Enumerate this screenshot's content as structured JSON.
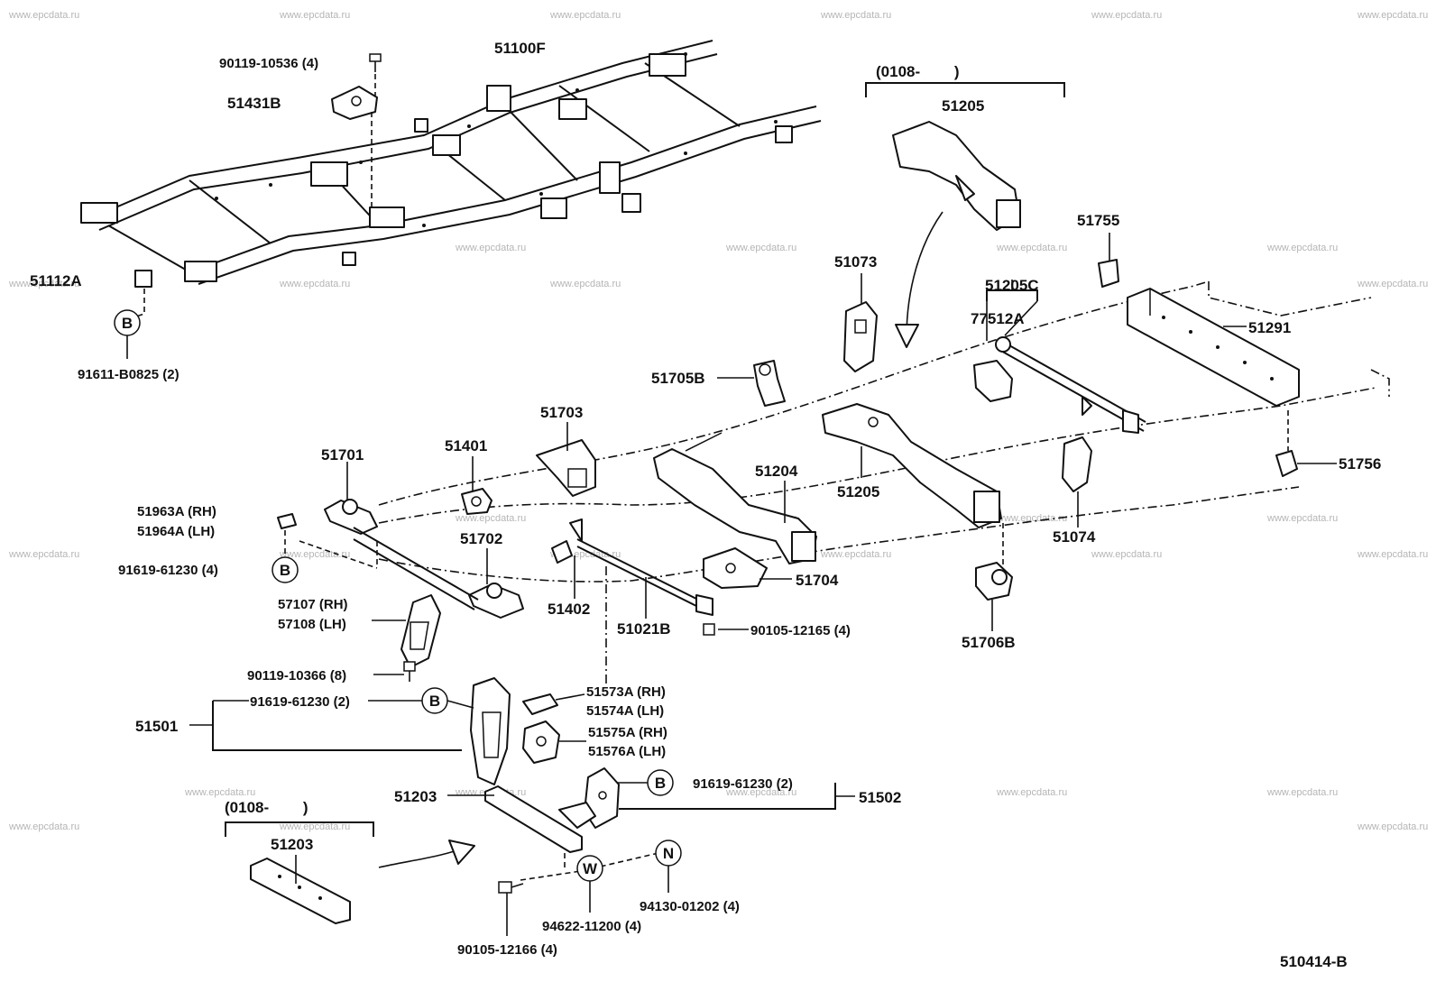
{
  "diagram_id": "510414-B",
  "watermark": "www.epcdata.ru",
  "callouts": {
    "c_51100F": "51100F",
    "c_90119_10536": "90119-10536 (4)",
    "c_51431B": "51431B",
    "c_51112A": "51112A",
    "c_B1": "B",
    "c_91611_B0825": "91611-B0825 (2)",
    "c_0108_top": "(0108-        )",
    "c_51205_top": "51205",
    "c_51755": "51755",
    "c_51073": "51073",
    "c_51205C": "51205C",
    "c_77512A": "77512A",
    "c_51291": "51291",
    "c_51705B": "51705B",
    "c_51703": "51703",
    "c_51401": "51401",
    "c_51701": "51701",
    "c_51204": "51204",
    "c_51205_mid": "51205",
    "c_51756": "51756",
    "c_51074": "51074",
    "c_51963A": "51963A (RH)",
    "c_51964A": "51964A (LH)",
    "c_91619_61230_4": "91619-61230 (4)",
    "c_B2": "B",
    "c_51702": "51702",
    "c_51704": "51704",
    "c_57107": "57107 (RH)",
    "c_57108": "57108 (LH)",
    "c_51402": "51402",
    "c_51021B": "51021B",
    "c_90105_12165": "90105-12165 (4)",
    "c_51706B": "51706B",
    "c_90119_10366": "90119-10366 (8)",
    "c_91619_61230_2a": "91619-61230 (2)",
    "c_B3": "B",
    "c_51501": "51501",
    "c_51573A": "51573A (RH)",
    "c_51574A": "51574A (LH)",
    "c_51575A": "51575A (RH)",
    "c_51576A": "51576A (LH)",
    "c_51203_mid": "51203",
    "c_B4": "B",
    "c_91619_61230_2b": "91619-61230 (2)",
    "c_51502": "51502",
    "c_0108_bot": "(0108-        )",
    "c_51203_bot": "51203",
    "c_N": "N",
    "c_W": "W",
    "c_94130_01202": "94130-01202 (4)",
    "c_94622_11200": "94622-11200 (4)",
    "c_90105_12166": "90105-12166 (4)"
  }
}
